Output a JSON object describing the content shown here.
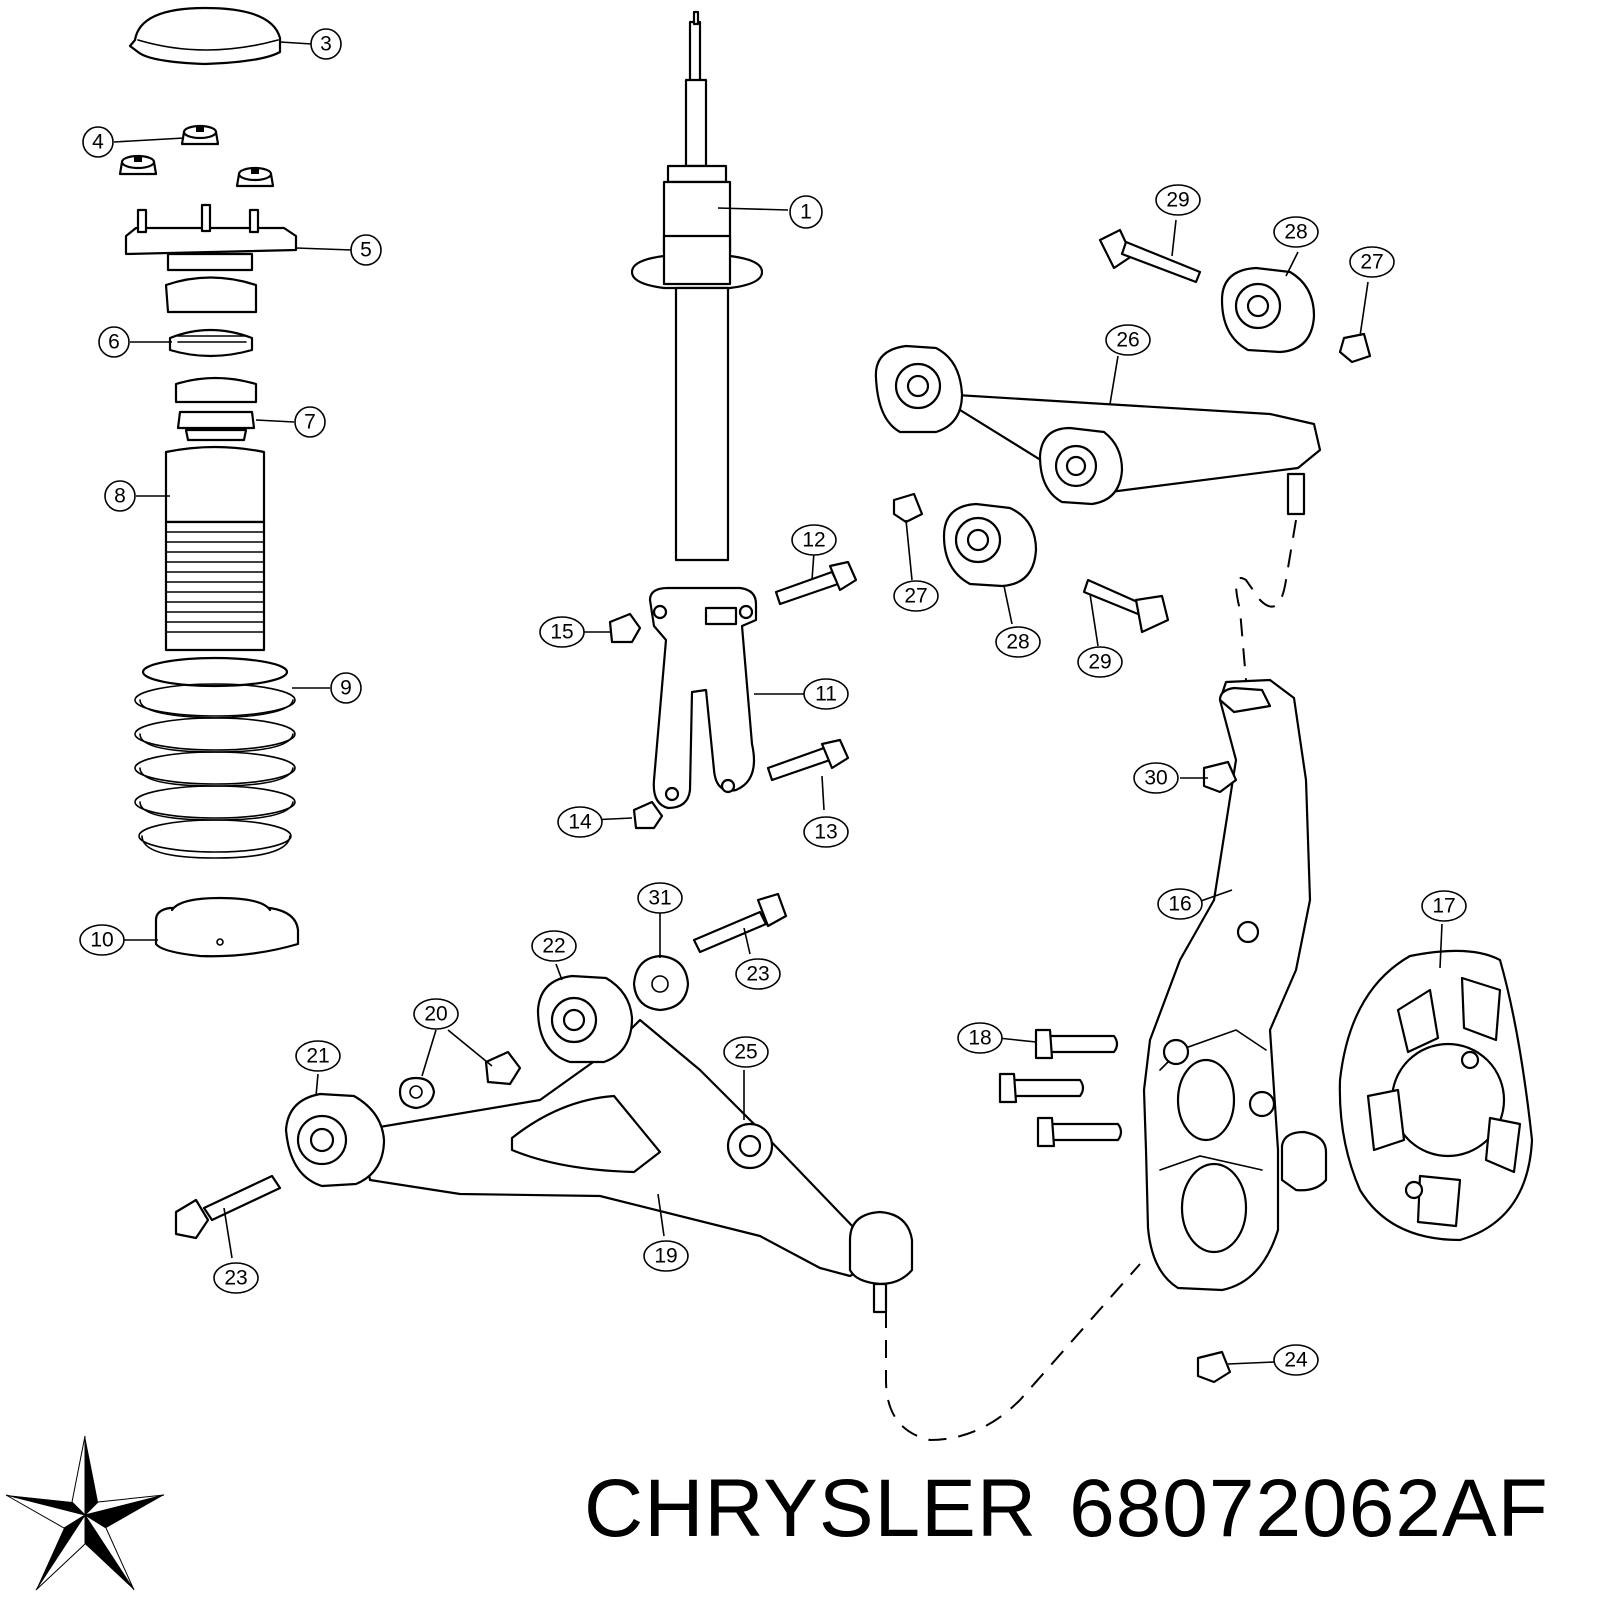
{
  "diagram": {
    "title": "",
    "callouts": [
      {
        "id": "c1",
        "label": "1"
      },
      {
        "id": "c3",
        "label": "3"
      },
      {
        "id": "c4",
        "label": "4"
      },
      {
        "id": "c5",
        "label": "5"
      },
      {
        "id": "c6",
        "label": "6"
      },
      {
        "id": "c7",
        "label": "7"
      },
      {
        "id": "c8",
        "label": "8"
      },
      {
        "id": "c9",
        "label": "9"
      },
      {
        "id": "c10",
        "label": "10"
      },
      {
        "id": "c11",
        "label": "11"
      },
      {
        "id": "c12",
        "label": "12"
      },
      {
        "id": "c13",
        "label": "13"
      },
      {
        "id": "c14",
        "label": "14"
      },
      {
        "id": "c15",
        "label": "15"
      },
      {
        "id": "c16",
        "label": "16"
      },
      {
        "id": "c17",
        "label": "17"
      },
      {
        "id": "c18",
        "label": "18"
      },
      {
        "id": "c19",
        "label": "19"
      },
      {
        "id": "c20",
        "label": "20"
      },
      {
        "id": "c21",
        "label": "21"
      },
      {
        "id": "c22",
        "label": "22"
      },
      {
        "id": "c23a",
        "label": "23"
      },
      {
        "id": "c23b",
        "label": "23"
      },
      {
        "id": "c24",
        "label": "24"
      },
      {
        "id": "c25",
        "label": "25"
      },
      {
        "id": "c26",
        "label": "26"
      },
      {
        "id": "c27a",
        "label": "27"
      },
      {
        "id": "c27b",
        "label": "27"
      },
      {
        "id": "c28a",
        "label": "28"
      },
      {
        "id": "c28b",
        "label": "28"
      },
      {
        "id": "c29a",
        "label": "29"
      },
      {
        "id": "c29b",
        "label": "29"
      },
      {
        "id": "c30",
        "label": "30"
      },
      {
        "id": "c31",
        "label": "31"
      }
    ]
  },
  "footer": {
    "brand": "CHRYSLER",
    "part_number": "68072062AF"
  },
  "logo": {
    "icon": "pentastar-logo-icon"
  },
  "colors": {
    "ink": "#000000",
    "paper": "#ffffff"
  }
}
